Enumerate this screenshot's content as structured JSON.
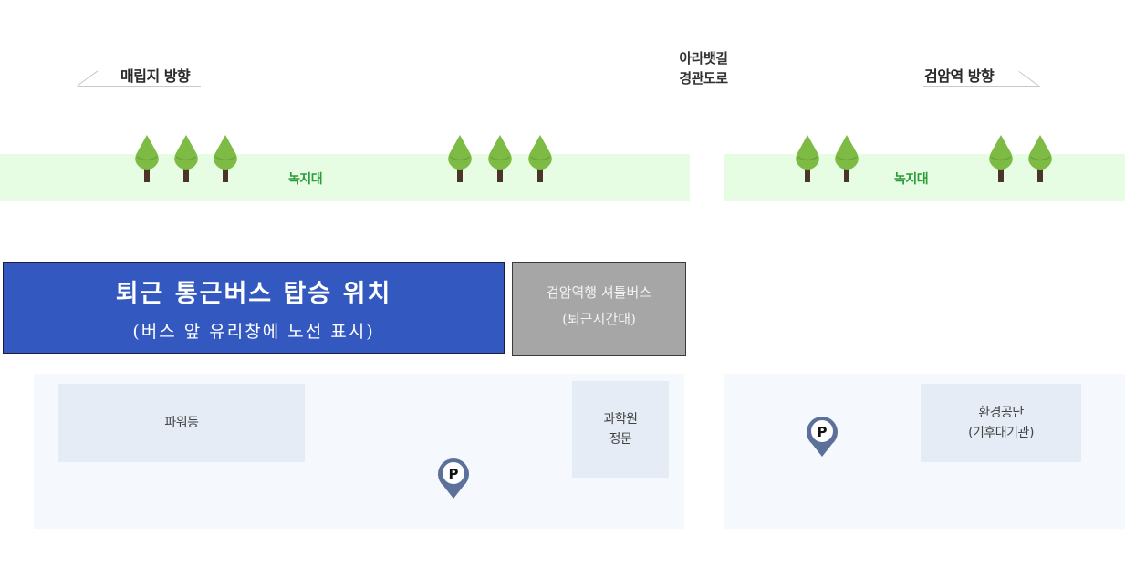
{
  "directions": {
    "left": {
      "label": "매립지 방향"
    },
    "right": {
      "label": "검암역 방향"
    }
  },
  "road": {
    "line1": "아라뱃길",
    "line2": "경관도로"
  },
  "greenbelts": [
    {
      "label": "녹지대"
    },
    {
      "label": "녹지대"
    }
  ],
  "boarding": {
    "title": "퇴근 통근버스 탑승 위치",
    "subtitle": "(버스 앞 유리창에 노선 표시)",
    "color": "#3358bf"
  },
  "shuttle": {
    "title": "검암역행 셔틀버스",
    "subtitle": "(퇴근시간대)",
    "color": "#a6a6a6"
  },
  "buildings": {
    "power": {
      "label": "파워동"
    },
    "science_gate": {
      "line1": "과학원",
      "line2": "정문"
    },
    "env_corp": {
      "line1": "환경공단",
      "line2": "(기후대기관)"
    }
  },
  "parking": {
    "icon": "parking-pin-icon",
    "letter": "P",
    "color": "#5b7199"
  },
  "colors": {
    "greenbelt": "#e6fde4",
    "greenbelt_text": "#2f9c3c",
    "tree_foliage": "#7dbb45",
    "tree_trunk": "#4a3526",
    "zone": "#f5f9fd",
    "building": "#e6ecf6"
  }
}
